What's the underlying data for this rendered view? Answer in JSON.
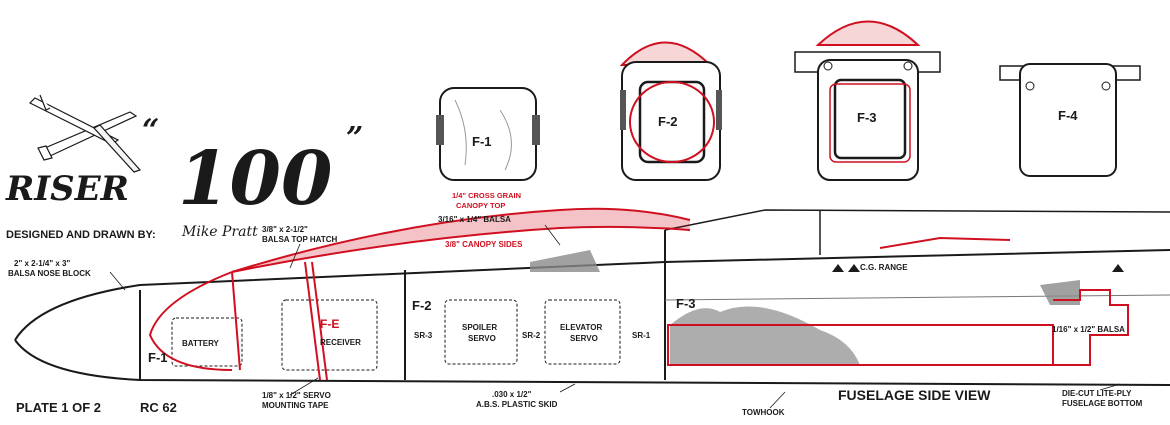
{
  "title_block": {
    "prefix_quote": "“",
    "model_word": "RISER",
    "model_number": "100",
    "suffix_quote": "”",
    "designer_label": "DESIGNED AND DRAWN BY:",
    "designer_signature": "Mike Pratt",
    "plate_label": "PLATE 1 OF 2",
    "plan_code": "RC 62"
  },
  "formers": {
    "f1": "F-1",
    "f2": "F-2",
    "f3": "F-3",
    "f4": "F-4"
  },
  "callouts": {
    "nose_block": [
      "2\" x 2-1/4\" x 3\"",
      "BALSA NOSE BLOCK"
    ],
    "hatch": [
      "3/8\" x 2-1/2\"",
      "BALSA TOP HATCH"
    ],
    "hatch_side": "3/16\" x 1/4\" BALSA",
    "cg_range": "C.G. RANGE",
    "servo_tape": [
      "1/8\" x 1/2\" SERVO",
      "MOUNTING TAPE"
    ],
    "skid": [
      ".030 x 1/2\"",
      "A.B.S. PLASTIC SKID"
    ],
    "towhook": "TOWHOOK",
    "rear_balsa": "1/16\" x 1/2\" BALSA",
    "bottom": [
      "DIE-CUT LITE-PLY",
      "FUSELAGE BOTTOM"
    ]
  },
  "fuselage_labels": {
    "f1": "F-1",
    "f2": "F-2",
    "f3": "F-3",
    "battery": "BATTERY",
    "receiver": "RECEIVER",
    "spoiler_servo": [
      "SPOILER",
      "SERVO"
    ],
    "elevator_servo": [
      "ELEVATOR",
      "SERVO"
    ],
    "sr3": "SR-3",
    "sr2": "SR-2",
    "sr1": "SR-1"
  },
  "red_annotations": {
    "cross_grain": [
      "1/4\" CROSS GRAIN",
      "CANOPY TOP"
    ],
    "canopy_sides": "3/8\" CANOPY SIDES",
    "fe_former": "F-E"
  },
  "view_title": "FUSELAGE SIDE VIEW",
  "colors": {
    "ink": "#1a1a1a",
    "markup_red": "#d01020",
    "shading_gray": "#8a8a8a"
  }
}
